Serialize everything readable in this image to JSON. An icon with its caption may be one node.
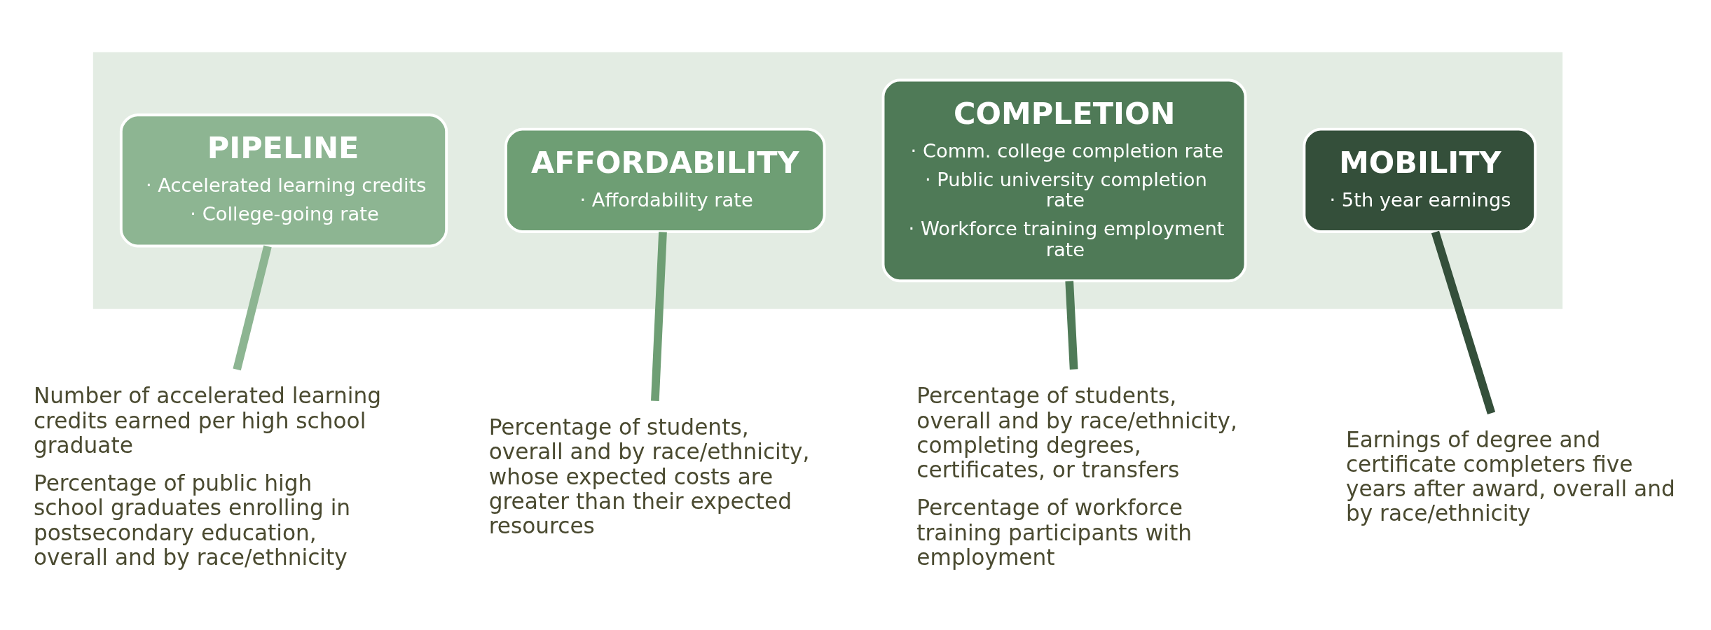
{
  "diagram": {
    "nodes": [
      {
        "text": [],
        "shape": "arrow"
      },
      {
        "text": [
          "PIPELINE",
          "· Accelerated learning credits",
          "· College-going rate"
        ],
        "in": 0
      },
      {
        "text": [
          "AFFORDABILITY",
          "· Affordability rate"
        ],
        "in": 0
      },
      {
        "text": [
          "COMPLETION",
          "· Comm. college completion rate",
          "· Public university completion rate",
          "· Workforce training employment rate"
        ],
        "in": 0
      },
      {
        "text": [
          "MOBILITY",
          "· 5th year earnings"
        ],
        "in": 0
      },
      {
        "text": [
          "Number of accelerated learning credits earned per high school graduate",
          "Percentage of public high school graduates enrolling in postsecondary education, overall and by race/ethnicity"
        ]
      },
      {
        "text": [
          "Percentage of students, overall and by race/ethnicity, whose expected costs are greater than their expected resources"
        ]
      },
      {
        "text": [
          "Percentage of students, overall and by race/ethnicity, completing degrees, certificates, or transfers",
          "Percentage of workforce training participants with employment"
        ]
      },
      {
        "text": [
          "Earnings of degree and certificate completers five years after award, overall and by race/ethnicity"
        ]
      }
    ],
    "edges": [
      {
        "from": 1,
        "to": 5,
        "arrow": "none",
        "color": "#8db592"
      },
      {
        "from": 2,
        "to": 6,
        "arrow": "none",
        "color": "#6e9e74"
      },
      {
        "from": 3,
        "to": 7,
        "arrow": "none",
        "color": "#4f7a57"
      },
      {
        "from": 4,
        "to": 8,
        "arrow": "none",
        "color": "#344f3a"
      }
    ]
  }
}
